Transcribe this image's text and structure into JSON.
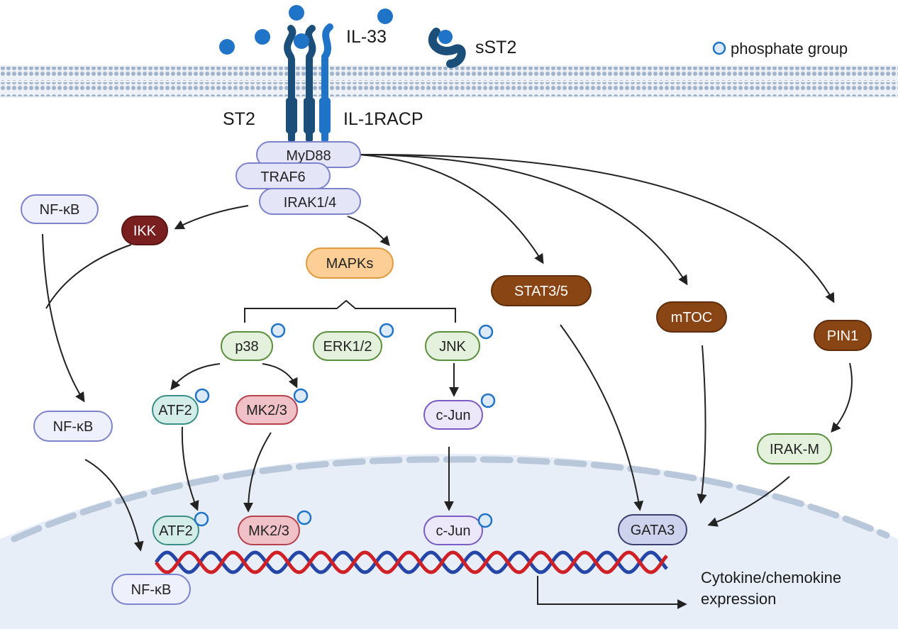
{
  "ligands": {
    "il33": "IL-33",
    "sst2": "sST2",
    "st2": "ST2",
    "il1racp": "IL-1RACP"
  },
  "legend": {
    "phosphate": "phosphate group"
  },
  "adaptors": {
    "myd88": "MyD88",
    "traf6": "TRAF6",
    "irak14": "IRAK1/4"
  },
  "cytoplasm": {
    "nfkb_top": "NF-κB",
    "ikk": "IKK",
    "mapks": "MAPKs",
    "nfkb_mid": "NF-κB",
    "p38": "p38",
    "erk": "ERK1/2",
    "jnk": "JNK",
    "atf2": "ATF2",
    "mk23": "MK2/3",
    "cjun": "c-Jun",
    "stat": "STAT3/5",
    "mtoc": "mTOC",
    "pin1": "PIN1",
    "irakm": "IRAK-M"
  },
  "nucleus": {
    "atf2": "ATF2",
    "mk23": "MK2/3",
    "cjun": "c-Jun",
    "gata3": "GATA3",
    "nfkb": "NF-κB",
    "output_line1": "Cytokine/chemokine",
    "output_line2": "expression"
  },
  "colors": {
    "receptor": "#1c4e7a",
    "ligand": "#1f74c8",
    "adaptor_fill": "#e4e6f8",
    "adaptor_stroke": "#7d82cc",
    "ikk_fill": "#7a1f20",
    "mapk_fill": "#fdcf96",
    "mapk_stroke": "#e09a3c",
    "green_fill": "#e4f1dc",
    "green_stroke": "#5a8f3e",
    "teal_fill": "#d4ede9",
    "teal_stroke": "#3c8f86",
    "red_fill": "#f0c2c7",
    "red_stroke": "#b5434e",
    "purple_fill": "#ece8fa",
    "purple_stroke": "#7a5cc2",
    "brown_fill": "#8a4514",
    "gata_fill": "#cdd3ec",
    "nucleus_fill": "#e8eef8",
    "dna_red": "#cf2026",
    "dna_blue": "#2546a6"
  }
}
